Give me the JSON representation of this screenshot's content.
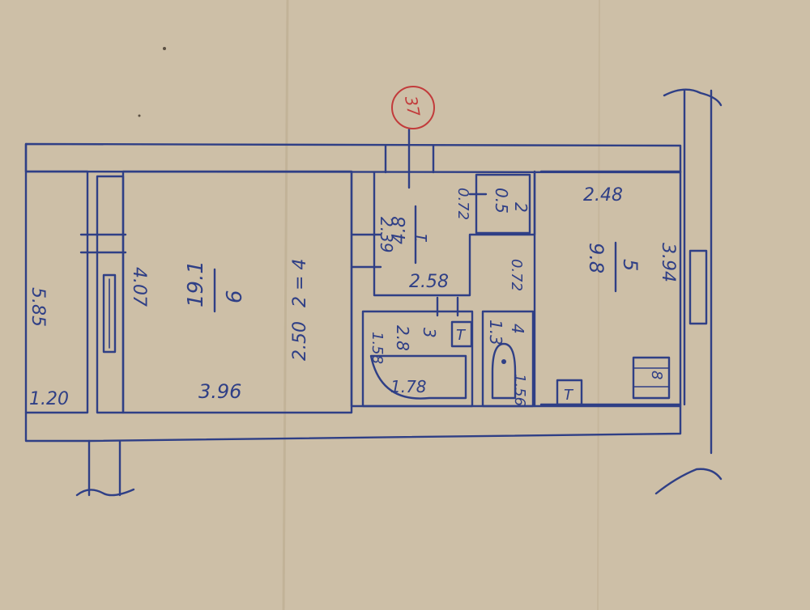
{
  "stamp": {
    "number": "37"
  },
  "rooms": {
    "balcony": {
      "length": "5.85",
      "width": "1.20"
    },
    "room_large": {
      "area": "19.1",
      "number": "6",
      "width": "3.96",
      "depth": "4.07",
      "height_note": "2.50"
    },
    "hall": {
      "area": "4.8",
      "number": "1",
      "dim_a": "2.39",
      "dim_b": "2.58"
    },
    "closet": {
      "area": "0.5",
      "number": "2",
      "dim": "0.72"
    },
    "bathroom": {
      "area": "2.8",
      "number": "3",
      "width": "1.78",
      "depth": "1.58"
    },
    "toilet": {
      "area": "1.3",
      "number": "4",
      "dim_a": "1.56",
      "dim_b": "0.72"
    },
    "room_small": {
      "area": "9.8",
      "number": "5",
      "width": "2.48",
      "depth": "3.94"
    }
  },
  "stair_landing": {
    "label": "2 = 4"
  },
  "appliances": {
    "stove_label": "8",
    "tub_label": "T"
  }
}
